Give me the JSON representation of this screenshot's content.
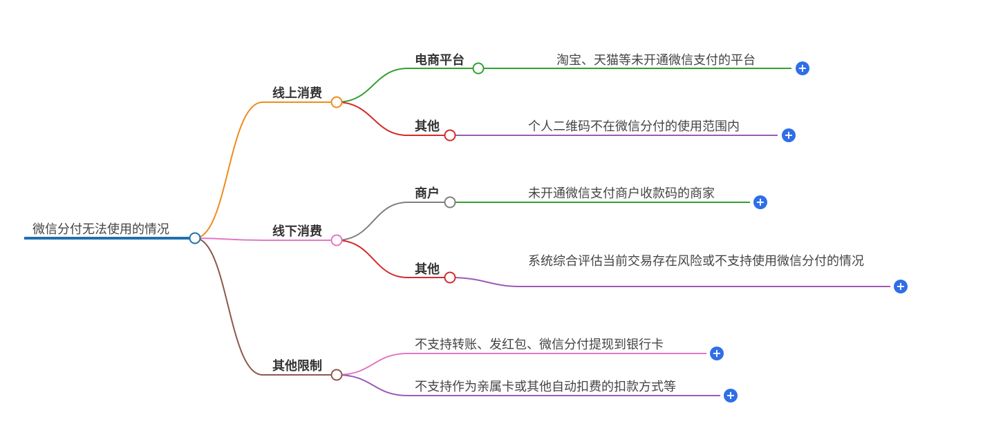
{
  "root": {
    "label": "微信分付无法使用的情况",
    "color": "#1f6fb2"
  },
  "branches": [
    {
      "label": "线上消费",
      "color": "#f08a1c",
      "children": [
        {
          "label": "电商平台",
          "color": "#2fa02f",
          "leaf": {
            "text": "淘宝、天猫等未开通微信支付的平台",
            "color": "#2fa02f"
          }
        },
        {
          "label": "其他",
          "color": "#d42a2a",
          "leaf": {
            "text": "个人二维码不在微信分付的使用范围内",
            "color": "#9b59b6"
          }
        }
      ]
    },
    {
      "label": "线下消费",
      "color": "#e377c2",
      "children": [
        {
          "label": "商户",
          "color": "#7f7f7f",
          "leaf": {
            "text": "未开通微信支付商户收款码的商家",
            "color": "#2fa02f"
          }
        },
        {
          "label": "其他",
          "color": "#d42a2a",
          "leaf": {
            "text": "系统综合评估当前交易存在风险或不支持使用微信分付的情况",
            "color": "#9b59b6"
          }
        }
      ]
    },
    {
      "label": "其他限制",
      "color": "#8c564b",
      "leaves": [
        {
          "text": "不支持转账、发红包、微信分付提现到银行卡",
          "color": "#e377c2"
        },
        {
          "text": "不支持作为亲属卡或其他自动扣费的扣款方式等",
          "color": "#9b59b6"
        }
      ]
    }
  ],
  "expand_icon": "plus-icon",
  "expand_symbol": "+"
}
